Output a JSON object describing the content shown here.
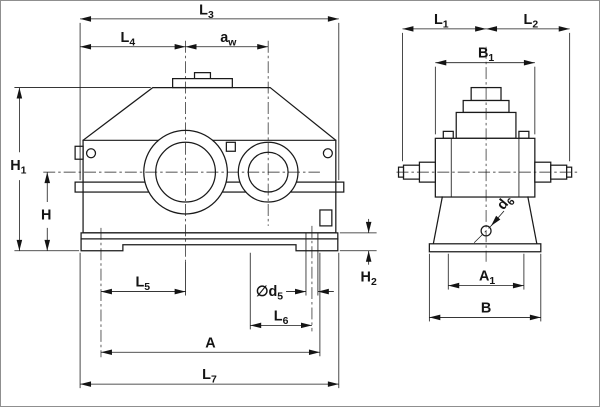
{
  "colors": {
    "ink": "#1a1a1a",
    "background": "#ffffff",
    "border": "#8f8f8f"
  },
  "labels": {
    "front": {
      "L3": {
        "main": "L",
        "sub": "3"
      },
      "L4": {
        "main": "L",
        "sub": "4"
      },
      "aw": {
        "main": "a",
        "sub": "w"
      },
      "H1": {
        "main": "H",
        "sub": "1"
      },
      "H": {
        "main": "H",
        "sub": ""
      },
      "L5": {
        "main": "L",
        "sub": "5"
      },
      "d5": {
        "main": "∅d",
        "sub": "5"
      },
      "L6": {
        "main": "L",
        "sub": "6"
      },
      "H2": {
        "main": "H",
        "sub": "2"
      },
      "A": {
        "main": "A",
        "sub": ""
      },
      "L7": {
        "main": "L",
        "sub": "7"
      }
    },
    "side": {
      "L1": {
        "main": "L",
        "sub": "1"
      },
      "L2": {
        "main": "L",
        "sub": "2"
      },
      "B1": {
        "main": "B",
        "sub": "1"
      },
      "d6": {
        "main": "d",
        "sub": "6"
      },
      "A1": {
        "main": "A",
        "sub": "1"
      },
      "B": {
        "main": "B",
        "sub": ""
      }
    }
  }
}
